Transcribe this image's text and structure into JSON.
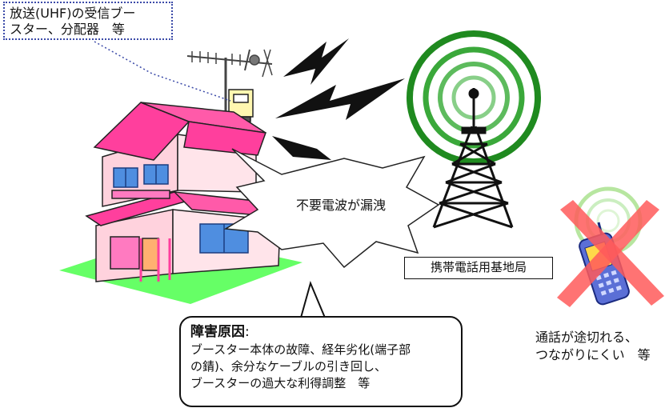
{
  "callouts": {
    "booster_note": {
      "line1": "放送(UHF)の受信ブー",
      "line2": "スター、分配器　等"
    },
    "leak_label": "不要電波が漏洩",
    "station_label": "携帯電話用基地局",
    "cause": {
      "title": "障害原因",
      "colon": ":",
      "lines": [
        "ブースター本体の故障、経年劣化(端子部",
        "の錆)、余分なケーブルの引き回し、",
        "ブースターの過大な利得調整　等"
      ]
    },
    "phone_effect": {
      "line1": "通話が途切れる、",
      "line2": "つながりにくい　等"
    }
  },
  "colors": {
    "roof": "#ff3f9d",
    "wall": "#ffd2dd",
    "window": "#4f8ee0",
    "lawn": "#66ff66",
    "signal_green": "#228b22",
    "cross": "#ff5a5a",
    "phone": "#5b6fd6"
  }
}
